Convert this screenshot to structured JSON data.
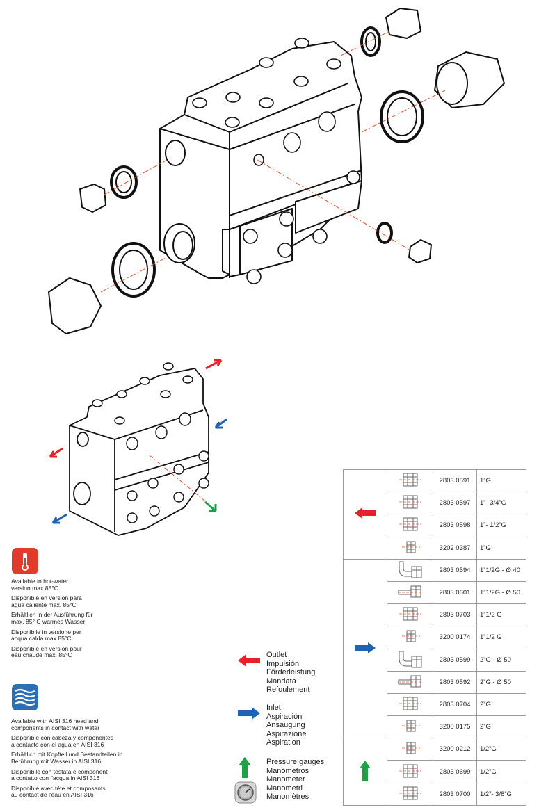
{
  "features": {
    "hot_water": {
      "icon": "thermometer-icon",
      "color": "#e23a2a",
      "lines": [
        "Available in hot-water\nversion max 85°C",
        "Disponible en versión para\nagua caliente máx. 85°C",
        "Erhältlich in der Ausführung für\nmax. 85° C warmes Wasser",
        "Disponibile in versione per\nacqua calda max 85°C",
        "Disponible en version pour\neau chaude max. 85°C"
      ]
    },
    "aisi316": {
      "icon": "water-waves-icon",
      "color": "#2d6fb5",
      "lines": [
        "Available with AISI 316 head and\ncomponents in contact with water",
        "Disponible con cabeza y componentes\na contacto con el agua en AISI 316",
        "Erhältlich mit Kopfteil und Bestandteilen in\nBerührung mit Wasser in AISI 316",
        "Disponibile con testata e componenti\na contatto con l'acqua in AISI 316",
        "Disponible avec tête et composants\nau contact de l'eau en AISI 316"
      ]
    }
  },
  "legend": {
    "outlet": {
      "icon": "red-arrow-left-icon",
      "color": "#e8202a",
      "lines": [
        "Outlet",
        "Impulsión",
        "Förderleistung",
        "Mandata",
        "Refoulement"
      ]
    },
    "inlet": {
      "icon": "blue-arrow-right-icon",
      "color": "#1f64b4",
      "lines": [
        "Inlet",
        "Aspiración",
        "Ansaugung",
        "Aspirazione",
        "Aspiration"
      ]
    },
    "gauges": {
      "icon": "green-arrow-up-icon",
      "color": "#1ea046",
      "lines": [
        "Pressure gauges",
        "Manómetros",
        "Manometer",
        "Manometri",
        "Manomètres"
      ]
    }
  },
  "parts_table": {
    "groups": [
      {
        "name": "outlet",
        "icon": "red-arrow-left-icon",
        "rows": [
          {
            "code": "2803 0591",
            "size": "1”G",
            "pic": "union-fitting-icon"
          },
          {
            "code": "2803 0597",
            "size": "1”- 3/4”G",
            "pic": "union-fitting-icon"
          },
          {
            "code": "2803 0598",
            "size": "1”- 1/2”G",
            "pic": "union-fitting-icon"
          },
          {
            "code": "3202 0387",
            "size": "1”G",
            "pic": "plug-fitting-icon"
          }
        ]
      },
      {
        "name": "inlet",
        "icon": "blue-arrow-right-icon",
        "rows": [
          {
            "code": "2803 0594",
            "size": "1”1/2G - Ø 40",
            "pic": "elbow-fitting-icon"
          },
          {
            "code": "2803 0601",
            "size": "1”1/2G - Ø 50",
            "pic": "hose-fitting-icon"
          },
          {
            "code": "2803 0703",
            "size": "1”1/2 G",
            "pic": "union-fitting-icon"
          },
          {
            "code": "3200 0174",
            "size": "1”1/2 G",
            "pic": "plug-fitting-icon"
          },
          {
            "code": "2803 0599",
            "size": "2”G - Ø 50",
            "pic": "elbow-fitting-icon"
          },
          {
            "code": "2803 0592",
            "size": "2”G - Ø 50",
            "pic": "hose-fitting-icon"
          },
          {
            "code": "2803 0704",
            "size": "2”G",
            "pic": "union-fitting-icon"
          },
          {
            "code": "3200 0175",
            "size": "2”G",
            "pic": "plug-fitting-icon"
          }
        ]
      },
      {
        "name": "gauges",
        "icon": "green-arrow-up-icon",
        "rows": [
          {
            "code": "3200 0212",
            "size": "1/2”G",
            "pic": "plug-fitting-icon"
          },
          {
            "code": "2803 0699",
            "size": "1/2”G",
            "pic": "union-fitting-icon"
          },
          {
            "code": "2803 0700",
            "size": "1/2”- 3/8”G",
            "pic": "union-fitting-icon"
          }
        ]
      }
    ]
  }
}
